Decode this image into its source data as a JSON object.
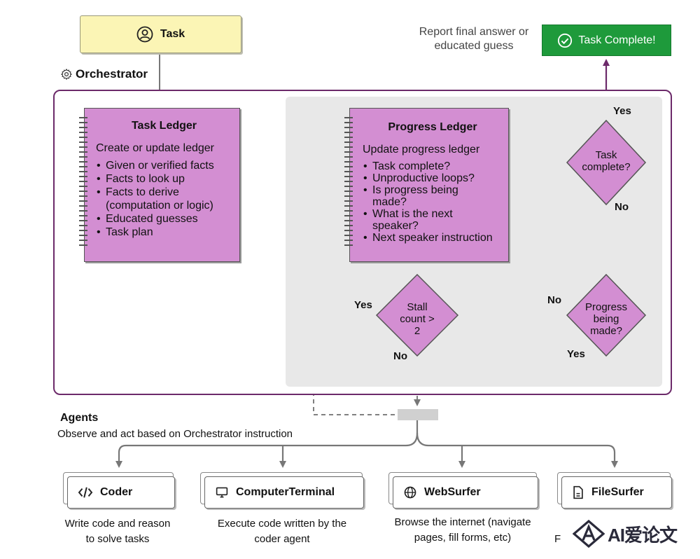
{
  "task": {
    "label": "Task"
  },
  "orchestrator": {
    "label": "Orchestrator"
  },
  "task_ledger": {
    "title": "Task Ledger",
    "subtitle": "Create or update ledger",
    "items": [
      "Given or verified facts",
      "Facts to look up",
      "Facts to derive",
      "(computation or logic)",
      "Educated guesses",
      "Task plan"
    ]
  },
  "progress_ledger": {
    "title": "Progress Ledger",
    "subtitle": "Update progress ledger",
    "items": [
      "Task complete?",
      "Unproductive loops?",
      "Is progress being",
      "made?",
      "What is the next",
      "speaker?",
      "Next speaker instruction"
    ]
  },
  "decisions": {
    "task_complete": [
      "Task",
      "complete?"
    ],
    "progress": [
      "Progress",
      "being",
      "made?"
    ],
    "stall": [
      "Stall",
      "count >",
      "2"
    ]
  },
  "edge_labels": {
    "task_complete_yes": "Yes",
    "task_complete_no": "No",
    "progress_no": "No",
    "progress_yes": "Yes",
    "stall_yes": "Yes",
    "stall_no": "No"
  },
  "final": {
    "report_line1": "Report final answer or",
    "report_line2": "educated guess",
    "button": "Task Complete!"
  },
  "agents": {
    "title": "Agents",
    "subtitle": "Observe and act based on Orchestrator instruction",
    "list": [
      {
        "name": "Coder",
        "icon": "code-icon",
        "desc1": "Write code and reason",
        "desc2": "to solve tasks"
      },
      {
        "name": "ComputerTerminal",
        "icon": "monitor-icon",
        "desc1": "Execute code written by the",
        "desc2": "coder agent"
      },
      {
        "name": "WebSurfer",
        "icon": "globe-icon",
        "desc1": "Browse the internet (navigate",
        "desc2": "pages, fill forms, etc)"
      },
      {
        "name": "FileSurfer",
        "icon": "file-icon",
        "desc1": "F",
        "desc2": ""
      }
    ]
  },
  "watermark": {
    "text": "AI爱论文"
  },
  "colors": {
    "ledger_fill": "#d38ed2",
    "frame": "#6c2a6a",
    "task_fill": "#fbf5b5",
    "complete_green": "#1e9a3b"
  }
}
